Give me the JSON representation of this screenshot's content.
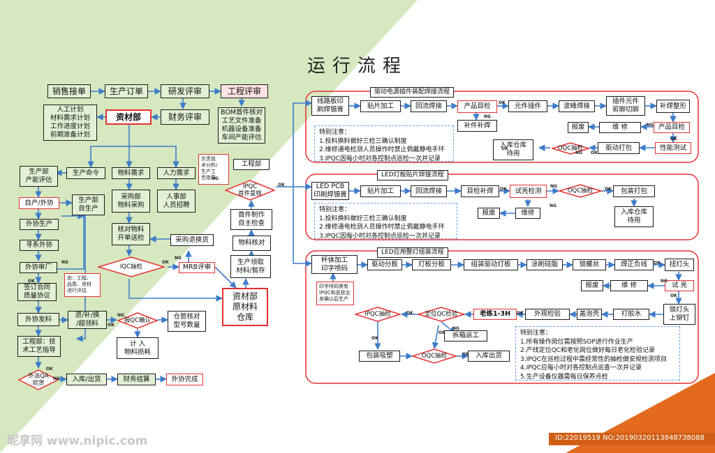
{
  "title": "运行流程",
  "left": {
    "sales_order": "销售接单",
    "production_order": "生产订单",
    "rd_review": "研发评审",
    "eng_review": "工程评审",
    "materials_dept": "资材部",
    "finance_review": "财务评审",
    "plans": "人工计划\n材料需求计划\n工作进度计划\n前期准备计划",
    "bom": "BOM首件核对\n工艺文件准备\n机器设备准备\n车间产能评估",
    "prod_dept_assess": "生产部\n产能评估",
    "prod_cmd": "生产命令",
    "material_need": "物料需求",
    "hr_need": "人力需求",
    "own_outsource": "自产/外协",
    "prod_self": "生产部\n自生产",
    "purchasing": "采购部\n物料采购",
    "hr_recruit": "人事部\n人员招聘",
    "outsource_prod": "外协生产",
    "find_outsource": "寻系外协",
    "outsource_audit": "外协审厂",
    "sign_contract": "签订合同\n质量协议",
    "outsource_issue": "外协发料",
    "return_supply": "退/补/换\n/超领料",
    "eng_guide": "工程部：技\n术工艺指导",
    "outsource_qa": "外派QA\n验货",
    "in_out": "入库/出货",
    "finance_settle": "财务结算",
    "outsource_done": "外协完成",
    "check_material": "核对物料\n开单送检",
    "iqc_sample": "IQC抽检",
    "mrb_review": "MRB评审",
    "purchase_return": "采购退换货",
    "report_qc": "报QC确认",
    "warehouse_check": "仓管核对\n型号数量",
    "count_loss": "计 入\n物料损耗",
    "central_warehouse": "资材部\n原材料\n仓库",
    "prod_pick": "生产领取\n材料/暂存",
    "material_check": "物料核对",
    "first_self_check": "首件制作\n自主检查",
    "eng_dept": "工程部",
    "ipqc_first": "IPQC\n首件复核",
    "resp_note": "负责技\n术分析/\n生产工\n艺指导",
    "audit_note": "由：工程、\n品质、资材\n进行评估",
    "ok": "OK",
    "ng": "NG"
  },
  "p1": {
    "title": "驱动电源插件装配焊接流程",
    "steps": [
      "线路板印\n刷焊锡膏",
      "贴片加工",
      "回流焊接",
      "产品目检",
      "元件插件",
      "波峰焊接",
      "插件元件\n剪脚切脚",
      "补焊整形"
    ],
    "repair": "补件补焊",
    "scrap": "报废",
    "maintain": "维 修",
    "product_inspect2": "产品目检",
    "perf_test": "性能测试",
    "aging": "驱动打包",
    "oqc": "OQC抽检",
    "store": "入库仓库\n待用",
    "notes": "特别注意：\n1.投料换料做好三检三确认制度\n2.维修通电检测人员操作时禁止佩戴静电手环\n3.IPQC因每小时对各控制点巡检一次并记录"
  },
  "p2": {
    "title": "LED灯板贴片焊接流程",
    "steps": [
      "LED PCB\n印刷焊锡膏",
      "贴片加工",
      "回流焊接",
      "目检补焊",
      "试亮检测"
    ],
    "oqc": "OQC抽检",
    "pack": "包装打包",
    "store": "入库仓库\n待用",
    "scrap": "报废",
    "maintain": "维修",
    "notes": "特别注意：\n1.投料换料做好三检三确认制度\n2.维修通电检测人员操作时禁止佩戴静电手环\n3.IPQC因每小时对各控制点巡检一次并记录"
  },
  "p3": {
    "title": "LED应用整灯组装流程",
    "steps": [
      "杯体加工\n印字喷码",
      "驱动分板",
      "灯板分板",
      "组装驱动灯板",
      "涂刷硅脂",
      "锁螺丝",
      "焊正负线",
      "扭灯头"
    ],
    "light_test": "试 亮",
    "scrap": "报废",
    "maintain": "维 修",
    "cap": "锁灯头\n上铆钉",
    "glue": "打胶水",
    "foam": "盖泡壳",
    "appearance": "外观检验",
    "aging": "老练1-3H",
    "position_qc": "定位QC检验",
    "ipqc": "IPQC抽检",
    "rework": "拆箱返工",
    "pack_plastic": "包装吸塑",
    "oqc": "OQC抽检",
    "in_out": "入库出货",
    "print_note": "印字喷码需有\nIPQC和品管业\n务确认后生产",
    "notes": "特别注意：\n1.所有操作岗位需按照SOP进行作业生产\n2.产线定位QC和老化岗位做好每日老化检验记录\n3.IPQC在巡检过程中需经常性的抽检做安规检测项目\n4.IPQC应每小时对各控制点巡查一次并记录\n5.生产设备仪器需每日保养点检"
  },
  "watermark": {
    "site": "昵享网 www.nipic.com",
    "id": "ID:22019519 NO:20190320113848738088"
  },
  "colors": {
    "green": "#d6e8c0",
    "orange": "#e46a1e",
    "line": "#3d7cc9",
    "red": "#e53030"
  }
}
